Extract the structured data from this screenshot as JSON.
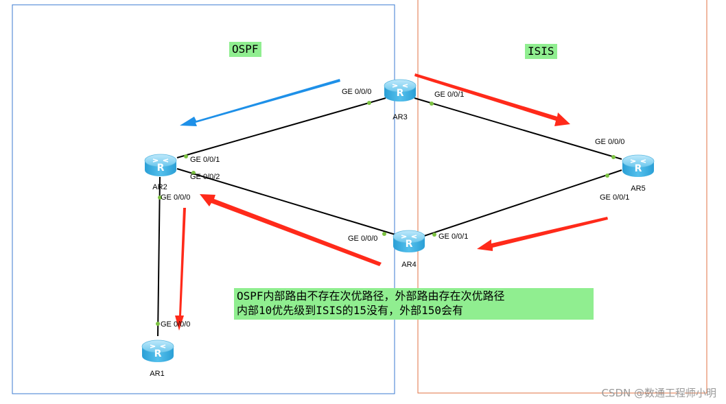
{
  "areas": {
    "ospf_label": "OSPF",
    "isis_label": "ISIS"
  },
  "routers": {
    "ar1": "AR1",
    "ar2": "AR2",
    "ar3": "AR3",
    "ar4": "AR4",
    "ar5": "AR5"
  },
  "interfaces": {
    "ar3_ge000": "GE 0/0/0",
    "ar3_ge001": "GE 0/0/1",
    "ar2_ge001": "GE 0/0/1",
    "ar2_ge002": "GE 0/0/2",
    "ar2_ge000": "GE 0/0/0",
    "ar1_ge000": "GE 0/0/0",
    "ar4_ge000": "GE 0/0/0",
    "ar4_ge001": "GE 0/0/1",
    "ar5_ge000": "GE 0/0/0",
    "ar5_ge001": "GE 0/0/1"
  },
  "note": {
    "line1": "OSPF内部路由不存在次优路径，外部路由存在次优路径",
    "line2": "内部10优先级到ISIS的15没有，外部150会有"
  },
  "watermark": "CSDN @数通工程师小明",
  "colors": {
    "ospf_border": "#3a78d0",
    "isis_border": "#e07040",
    "arrow_blue": "#1e90e8",
    "arrow_red": "#ff2a1a",
    "port_dot": "#7cc242",
    "router_body": "#3fb4e6"
  }
}
